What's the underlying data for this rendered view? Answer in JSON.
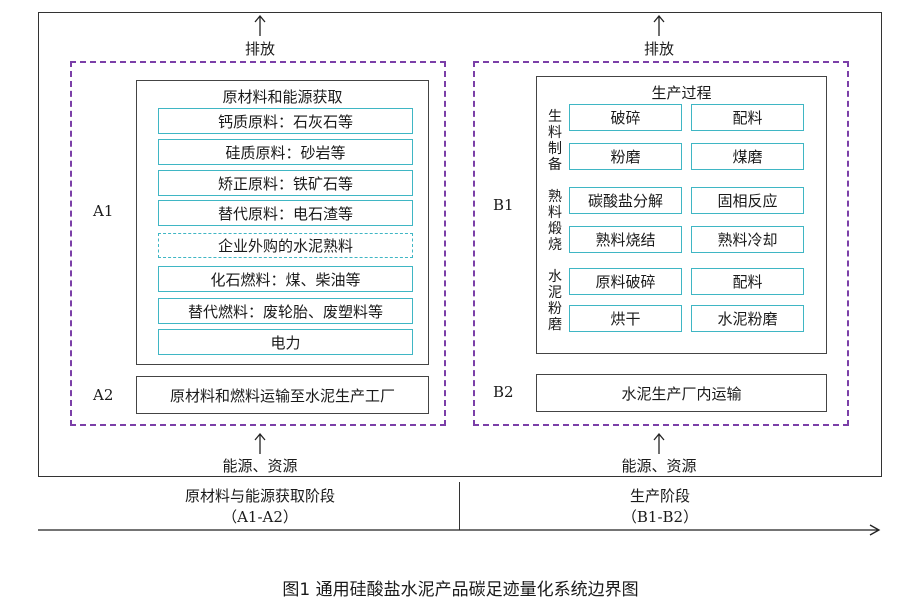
{
  "left_section": {
    "top_label": "排放",
    "bottom_label": "能源、资源",
    "a1_label": "A1",
    "a2_label": "A2",
    "panel_title": "原材料和能源获取",
    "items": [
      "钙质原料：石灰石等",
      "硅质原料：砂岩等",
      "矫正原料：铁矿石等",
      "替代原料：电石渣等",
      "企业外购的水泥熟料",
      "化石燃料：煤、柴油等",
      "替代燃料：废轮胎、废塑料等",
      "电力"
    ],
    "a2_box": "原材料和燃料运输至水泥生产工厂"
  },
  "right_section": {
    "top_label": "排放",
    "bottom_label": "能源、资源",
    "b1_label": "B1",
    "b2_label": "B2",
    "panel_title": "生产过程",
    "groups": [
      {
        "side_label": "生料制备",
        "items": [
          "破碎",
          "配料",
          "粉磨",
          "煤磨"
        ]
      },
      {
        "side_label": "熟料煅烧",
        "items": [
          "碳酸盐分解",
          "固相反应",
          "熟料烧结",
          "熟料冷却"
        ]
      },
      {
        "side_label": "水泥粉磨",
        "items": [
          "原料破碎",
          "配料",
          "烘干",
          "水泥粉磨"
        ]
      }
    ],
    "b2_box": "水泥生产厂内运输"
  },
  "stages": {
    "left_name": "原材料与能源获取阶段",
    "left_code": "（A1-A2）",
    "right_name": "生产阶段",
    "right_code": "（B1-B2）"
  },
  "caption": "图1 通用硅酸盐水泥产品碳足迹量化系统边界图",
  "colors": {
    "dashed_border": "#7b3fa8",
    "item_border": "#3fb6c4"
  }
}
